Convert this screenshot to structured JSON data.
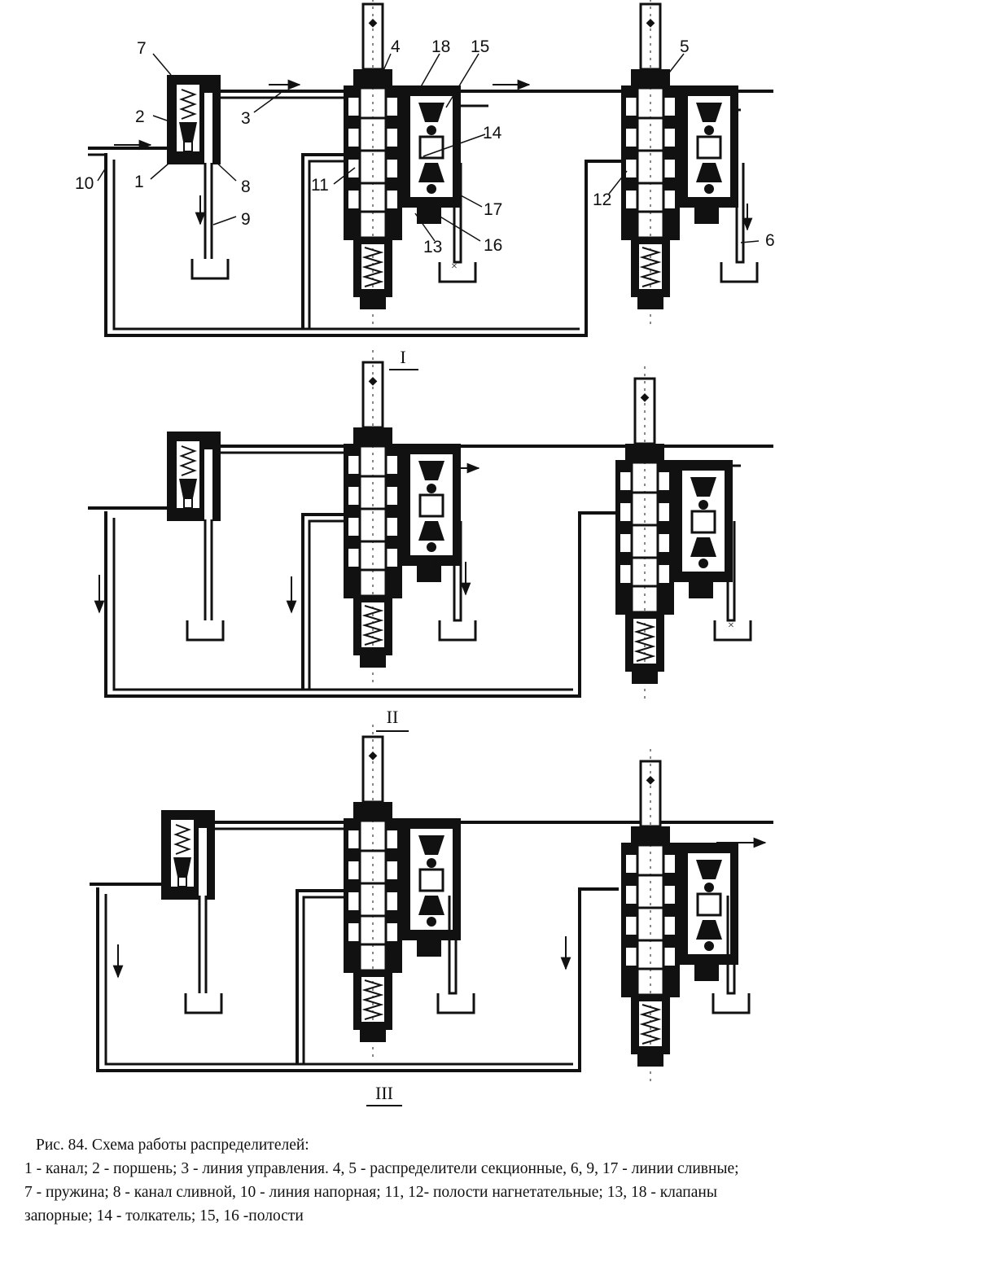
{
  "figure": {
    "stage_labels": [
      "I",
      "II",
      "III"
    ],
    "callouts": {
      "canal": "1",
      "piston": "2",
      "control_line": "3",
      "distributor_1": "4",
      "distributor_2": "5",
      "drain_line_6": "6",
      "spring": "7",
      "drain_channel": "8",
      "drain_line_9": "9",
      "pressure_line": "10",
      "pressure_cavity_1": "11",
      "pressure_cavity_2": "12",
      "check_valve_13": "13",
      "pusher": "14",
      "cavity_15": "15",
      "cavity_16": "16",
      "drain_line_17": "17",
      "check_valve_18": "18"
    }
  },
  "caption": {
    "title": "Рис. 84. Схема работы распределителей:",
    "lines": [
      "1 - канал; 2 - поршень; 3 - линия управления. 4, 5 - распределители секционные, 6, 9, 17 - линии сливные;",
      "7 - пружина; 8 - канал сливной, 10 - линия напорная; 11, 12- полости нагнетательные; 13, 18 - клапаны",
      "запорные; 14 - толкатель; 15, 16 -полости"
    ]
  }
}
